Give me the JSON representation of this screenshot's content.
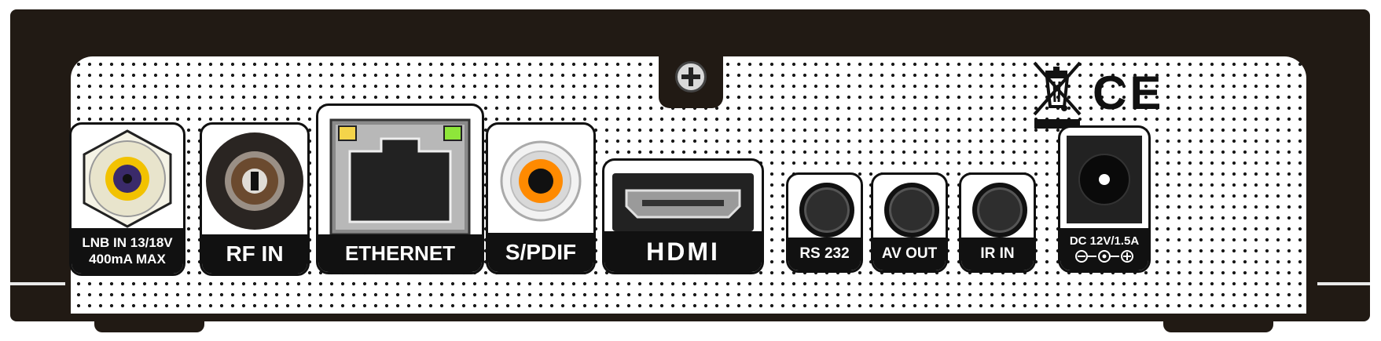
{
  "ports": {
    "lnb_line1": "LNB IN 13/18V",
    "lnb_line2": "400mA MAX",
    "rf": "RF IN",
    "ethernet": "ETHERNET",
    "spdif": "S/PDIF",
    "hdmi": "HDMI",
    "rs232": "RS 232",
    "av_out": "AV OUT",
    "ir_in": "IR IN",
    "dc": "DC 12V/1.5A"
  },
  "marks": {
    "ce": "CE"
  },
  "colors": {
    "case": "#211a14",
    "lnb_connector": "#f2c200",
    "spdif_connector": "#ff8a00",
    "rf_connector": "#6b4a2f",
    "led_left": "#f4d44a",
    "led_right": "#8ee63a"
  }
}
